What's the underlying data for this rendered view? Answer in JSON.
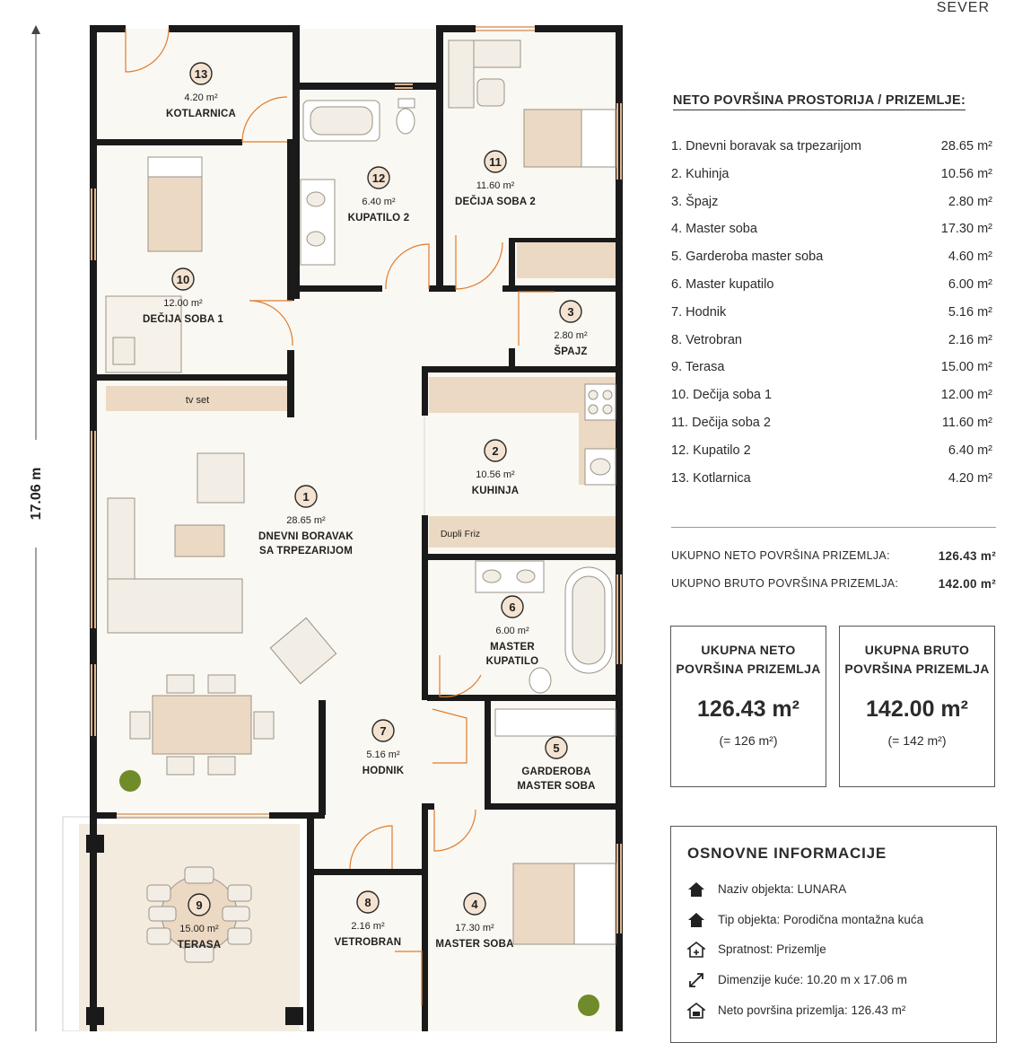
{
  "compass": "SEVER",
  "dimension_label": "17.06 m",
  "rooms": [
    {
      "num": "13",
      "area": "4.20 m²",
      "name": "KOTLARNICA"
    },
    {
      "num": "12",
      "area": "6.40 m²",
      "name": "KUPATILO 2"
    },
    {
      "num": "11",
      "area": "11.60 m²",
      "name": "DEČIJA SOBA 2"
    },
    {
      "num": "10",
      "area": "12.00 m²",
      "name": "DEČIJA SOBA 1"
    },
    {
      "num": "3",
      "area": "2.80 m²",
      "name": "ŠPAJZ"
    },
    {
      "num": "2",
      "area": "10.56 m²",
      "name": "KUHINJA"
    },
    {
      "num": "1",
      "area": "28.65 m²",
      "name": "DNEVNI BORAVAK",
      "name2": "SA TRPEZARIJOM"
    },
    {
      "num": "6",
      "area": "6.00 m²",
      "name": "MASTER",
      "name2": "KUPATILO"
    },
    {
      "num": "7",
      "area": "5.16 m²",
      "name": "HODNIK"
    },
    {
      "num": "5",
      "area": "",
      "name": "GARDEROBA",
      "name2": "MASTER SOBA"
    },
    {
      "num": "9",
      "area": "15.00 m²",
      "name": "TERASA"
    },
    {
      "num": "8",
      "area": "2.16 m²",
      "name": "VETROBRAN"
    },
    {
      "num": "4",
      "area": "17.30 m²",
      "name": "MASTER SOBA"
    }
  ],
  "furniture_labels": {
    "tv": "tv set",
    "fridge": "Dupli Friz"
  },
  "table": {
    "title": "NETO POVRŠINA PROSTORIJA / PRIZEMLJE:",
    "rows": [
      {
        "label": "1.  Dnevni boravak sa trpezarijom",
        "value": "28.65 m²"
      },
      {
        "label": "2.  Kuhinja",
        "value": "10.56 m²"
      },
      {
        "label": "3.  Špajz",
        "value": "2.80 m²"
      },
      {
        "label": "4.  Master soba",
        "value": "17.30 m²"
      },
      {
        "label": "5.  Garderoba master soba",
        "value": "4.60 m²"
      },
      {
        "label": "6.  Master kupatilo",
        "value": "6.00 m²"
      },
      {
        "label": "7.  Hodnik",
        "value": "5.16 m²"
      },
      {
        "label": "8.  Vetrobran",
        "value": "2.16 m²"
      },
      {
        "label": "9.  Terasa",
        "value": "15.00 m²"
      },
      {
        "label": "10.  Dečija soba 1",
        "value": "12.00 m²"
      },
      {
        "label": "11.  Dečija soba 2",
        "value": "11.60 m²"
      },
      {
        "label": "12.  Kupatilo 2",
        "value": "6.40 m²"
      },
      {
        "label": "13.  Kotlarnica",
        "value": "4.20 m²"
      }
    ]
  },
  "totals": [
    {
      "label": "UKUPNO NETO POVRŠINA PRIZEMLJA:",
      "value": "126.43 m²"
    },
    {
      "label": "UKUPNO BRUTO POVRŠINA PRIZEMLJA:",
      "value": "142.00 m²"
    }
  ],
  "boxes": [
    {
      "title1": "UKUPNA NETO",
      "title2": "POVRŠINA PRIZEMLJA",
      "value": "126.43 m²",
      "sub": "(= 126 m²)"
    },
    {
      "title1": "UKUPNA BRUTO",
      "title2": "POVRŠINA PRIZEMLJA",
      "value": "142.00 m²",
      "sub": "(= 142 m²)"
    }
  ],
  "info": {
    "title": "OSNOVNE INFORMACIJE",
    "items": [
      {
        "icon": "house-icon",
        "text": "Naziv objekta: LUNARA"
      },
      {
        "icon": "house-icon",
        "text": "Tip objekta: Porodična montažna kuća"
      },
      {
        "icon": "floor-icon",
        "text": "Spratnost: Prizemlje"
      },
      {
        "icon": "dimension-arrow-icon",
        "text": "Dimenzije kuće: 10.20 m x 17.06 m"
      },
      {
        "icon": "area-house-icon",
        "text": "Neto površina prizemlja: 126.43 m²"
      }
    ]
  }
}
